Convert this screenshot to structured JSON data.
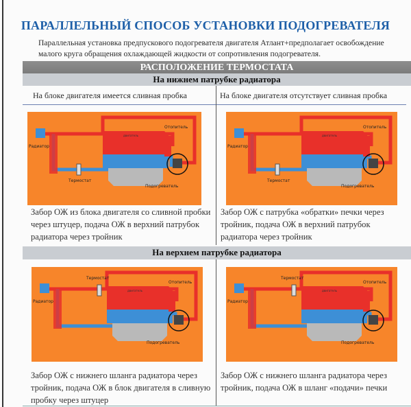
{
  "title": "ПАРАЛЛЕЛЬНЫЙ СПОСОБ УСТАНОВКИ ПОДОГРЕВАТЕЛЯ",
  "intro": "Параллельная установка предпускового подогревателя двигателя Атлант+предполагает освобождение малого круга обращения охлаждающей жидкости от сопротивления подогревателя.",
  "section_title": "РАСПОЛОЖЕНИЕ ТЕРМОСТАТА",
  "lower": {
    "heading": "На нижнем патрубке радиатора",
    "col_left": "На блоке двигателя имеется сливная пробка",
    "col_right": "На блоке двигателя отсутствует сливная пробка",
    "cap_left": "Забор ОЖ из блока двигателя со сливной пробки через штуцер, подача ОЖ в верхний патрубок радиатора через тройник",
    "cap_right": "Забор ОЖ с патрубка «обратки» печки через тройник, подача ОЖ в верхний патрубок радиатора через тройник"
  },
  "upper": {
    "heading": "На верхнем патрубке радиатора",
    "cap_left": "Забор ОЖ с нижнего шланга радиатора через тройник, подача ОЖ в блок двигателя в сливную пробку через штуцер",
    "cap_right": "Забор ОЖ с нижнего шланга радиатора через тройник, подача ОЖ в шланг «подачи» печки"
  },
  "diagram_labels": {
    "radiator": "Радиатор",
    "thermostat": "Термостат",
    "heater_core": "Отопитель",
    "preheater": "Подогреватель",
    "engine": "двигатель"
  },
  "colors": {
    "title": "#1d5fa8",
    "diagram_bg": "#f7852a",
    "hot": "#e8302a",
    "cold": "#3d8fd6"
  }
}
